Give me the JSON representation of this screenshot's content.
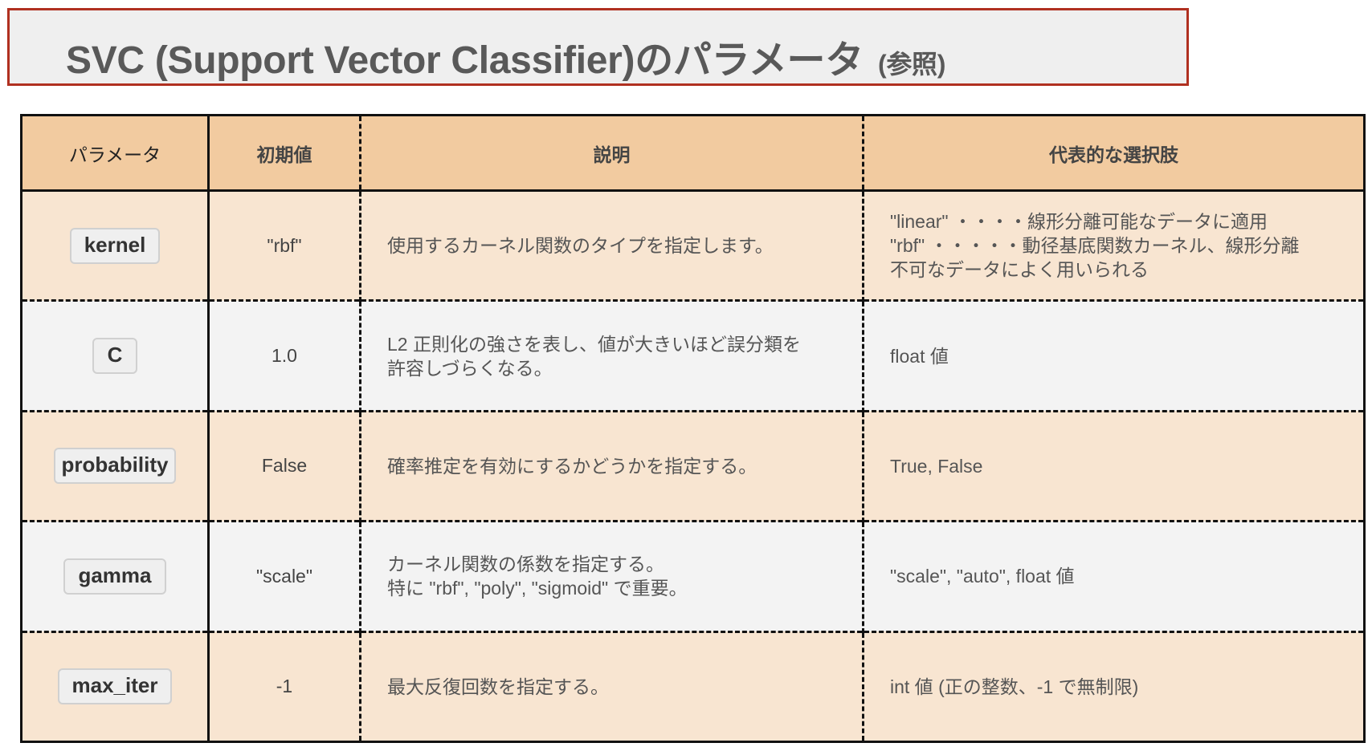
{
  "title": {
    "main": "SVC (Support Vector Classifier)のパラメータ",
    "suffix": "(参照)"
  },
  "colors": {
    "title_border": "#b03020",
    "header_bg": "#f2cba0",
    "row_odd_bg": "#f8e5d1",
    "row_even_bg": "#f3f3f3"
  },
  "table": {
    "headers": [
      "パラメータ",
      "初期値",
      "説明",
      "代表的な選択肢"
    ],
    "rows": [
      {
        "param": "kernel",
        "default": "\"rbf\"",
        "description": [
          "使用するカーネル関数のタイプを指定します。"
        ],
        "choices": [
          "\"linear\" ・・・・線形分離可能なデータに適用",
          "\"rbf\"  ・・・・・動径基底関数カーネル、線形分離",
          "不可なデータによく用いられる"
        ]
      },
      {
        "param": "C",
        "default": "1.0",
        "description": [
          "L2 正則化の強さを表し、値が大きいほど誤分類を",
          "許容しづらくなる。"
        ],
        "choices": [
          "float 値"
        ]
      },
      {
        "param": "probability",
        "default": "False",
        "description": [
          "確率推定を有効にするかどうかを指定する。"
        ],
        "choices": [
          "True, False"
        ]
      },
      {
        "param": "gamma",
        "default": "\"scale\"",
        "description": [
          "カーネル関数の係数を指定する。",
          "特に \"rbf\", \"poly\", \"sigmoid\" で重要。"
        ],
        "choices": [
          "\"scale\", \"auto\", float 値"
        ]
      },
      {
        "param": "max_iter",
        "default": "-1",
        "description": [
          "最大反復回数を指定する。"
        ],
        "choices": [
          "int 値 (正の整数、-1 で無制限)"
        ]
      }
    ]
  }
}
